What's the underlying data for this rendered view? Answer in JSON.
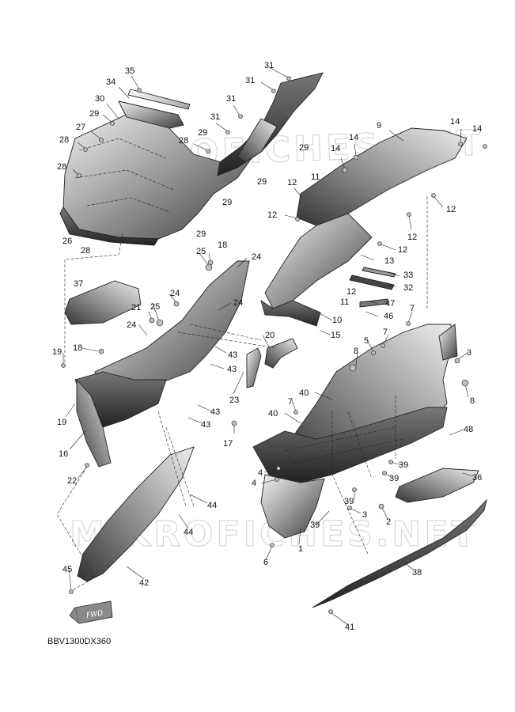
{
  "watermarks": [
    "MIKROFICHES.NET",
    "MIKROFICHES.NET"
  ],
  "diagram_code": "BBV1300DX360",
  "fwd_label": "FWD",
  "callouts": [
    {
      "id": "c35",
      "text": "35"
    },
    {
      "id": "c34",
      "text": "34"
    },
    {
      "id": "c30",
      "text": "30"
    },
    {
      "id": "c29a",
      "text": "29"
    },
    {
      "id": "c27",
      "text": "27"
    },
    {
      "id": "c28a",
      "text": "28"
    },
    {
      "id": "c28b",
      "text": "28"
    },
    {
      "id": "c26",
      "text": "26"
    },
    {
      "id": "c28c",
      "text": "28"
    },
    {
      "id": "c28d",
      "text": "28"
    },
    {
      "id": "c29b",
      "text": "29"
    },
    {
      "id": "c31a",
      "text": "31"
    },
    {
      "id": "c31b",
      "text": "31"
    },
    {
      "id": "c31c",
      "text": "31"
    },
    {
      "id": "c31d",
      "text": "31"
    },
    {
      "id": "c29c",
      "text": "29"
    },
    {
      "id": "c29d",
      "text": "29"
    },
    {
      "id": "c29e",
      "text": "29"
    },
    {
      "id": "c29f",
      "text": "29"
    },
    {
      "id": "c9",
      "text": "9"
    },
    {
      "id": "c14a",
      "text": "14"
    },
    {
      "id": "c14b",
      "text": "14"
    },
    {
      "id": "c14c",
      "text": "14"
    },
    {
      "id": "c14d",
      "text": "14"
    },
    {
      "id": "c11a",
      "text": "11"
    },
    {
      "id": "c12a",
      "text": "12"
    },
    {
      "id": "c12b",
      "text": "12"
    },
    {
      "id": "c12c",
      "text": "12"
    },
    {
      "id": "c12d",
      "text": "12"
    },
    {
      "id": "c12e",
      "text": "12"
    },
    {
      "id": "c12f",
      "text": "12"
    },
    {
      "id": "c13",
      "text": "13"
    },
    {
      "id": "c33",
      "text": "33"
    },
    {
      "id": "c32",
      "text": "32"
    },
    {
      "id": "c11b",
      "text": "11"
    },
    {
      "id": "c47",
      "text": "47"
    },
    {
      "id": "c46",
      "text": "46"
    },
    {
      "id": "c10",
      "text": "10"
    },
    {
      "id": "c15",
      "text": "15"
    },
    {
      "id": "c37",
      "text": "37"
    },
    {
      "id": "c18a",
      "text": "18"
    },
    {
      "id": "c25a",
      "text": "25"
    },
    {
      "id": "c24a",
      "text": "24"
    },
    {
      "id": "c24b",
      "text": "24"
    },
    {
      "id": "c21",
      "text": "21"
    },
    {
      "id": "c25b",
      "text": "25"
    },
    {
      "id": "c24c",
      "text": "24"
    },
    {
      "id": "c24d",
      "text": "24"
    },
    {
      "id": "c20",
      "text": "20"
    },
    {
      "id": "c43a",
      "text": "43"
    },
    {
      "id": "c43b",
      "text": "43"
    },
    {
      "id": "c43c",
      "text": "43"
    },
    {
      "id": "c43d",
      "text": "43"
    },
    {
      "id": "c23",
      "text": "23"
    },
    {
      "id": "c19a",
      "text": "19"
    },
    {
      "id": "c18b",
      "text": "18"
    },
    {
      "id": "c19b",
      "text": "19"
    },
    {
      "id": "c16",
      "text": "16"
    },
    {
      "id": "c17",
      "text": "17"
    },
    {
      "id": "c22",
      "text": "22"
    },
    {
      "id": "c44a",
      "text": "44"
    },
    {
      "id": "c44b",
      "text": "44"
    },
    {
      "id": "c45",
      "text": "45"
    },
    {
      "id": "c42",
      "text": "42"
    },
    {
      "id": "c7a",
      "text": "7"
    },
    {
      "id": "c7b",
      "text": "7"
    },
    {
      "id": "c3a",
      "text": "3"
    },
    {
      "id": "c8a",
      "text": "8"
    },
    {
      "id": "c5",
      "text": "5"
    },
    {
      "id": "c8b",
      "text": "8"
    },
    {
      "id": "c40a",
      "text": "40"
    },
    {
      "id": "c7c",
      "text": "7"
    },
    {
      "id": "c40b",
      "text": "40"
    },
    {
      "id": "c48",
      "text": "48"
    },
    {
      "id": "c4a",
      "text": "4"
    },
    {
      "id": "c4b",
      "text": "4"
    },
    {
      "id": "c39a",
      "text": "39"
    },
    {
      "id": "c39b",
      "text": "39"
    },
    {
      "id": "c39c",
      "text": "39"
    },
    {
      "id": "c39d",
      "text": "39"
    },
    {
      "id": "c36",
      "text": "36"
    },
    {
      "id": "c3b",
      "text": "3"
    },
    {
      "id": "c2",
      "text": "2"
    },
    {
      "id": "c1",
      "text": "1"
    },
    {
      "id": "c6",
      "text": "6"
    },
    {
      "id": "c38",
      "text": "38"
    },
    {
      "id": "c41",
      "text": "41"
    }
  ]
}
